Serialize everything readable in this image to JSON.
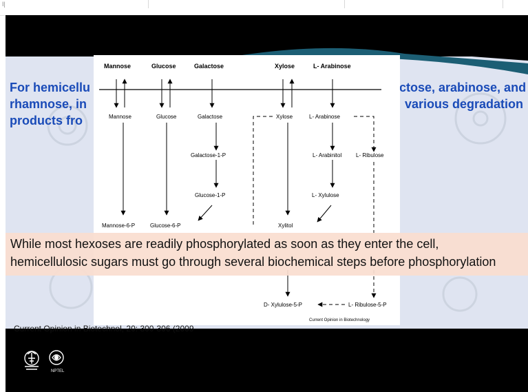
{
  "slide": {
    "background_colors": {
      "band": "#dfe4f1",
      "dark": "#000000",
      "accent": "#1c5e74"
    },
    "title_left_lines": [
      "For hemicellu",
      "rhamnose, in",
      "products fro"
    ],
    "title_right_lines": [
      "ctose, arabinose, and",
      "various degradation"
    ],
    "title_color": "#1a4bb8"
  },
  "diagram": {
    "top_sugars": {
      "mannose": "Mannose",
      "glucose": "Glucose",
      "galactose": "Galactose",
      "xylose": "Xylose",
      "arabinose": "L- Arabinose"
    },
    "inside": {
      "mannose": "Mannose",
      "glucose": "Glucose",
      "galactose": "Galactose",
      "xylose": "Xylose",
      "arabinose": "L- Arabinose"
    },
    "intermediates": {
      "galactose_1p": "Galactose-1-P",
      "glucose_1p": "Glucose-1-P",
      "arabinitol": "L- Arabinitol",
      "ribulose": "L- Ribulose",
      "xylulose": "L- Xylulose",
      "mannose_6p": "Mannose-6-P",
      "glucose_6p": "Glucose-6-P",
      "xylitol": "Xylitol",
      "d_xylulose_5p": "D- Xylulose-5-P",
      "l_ribulose_5p": "L- Ribulose-5-P"
    },
    "source": "Current Opinion in Biotechnology"
  },
  "caption": {
    "line1": "While most hexoses are readily phosphorylated as soon as they enter the cell,",
    "line2": "hemicellulosic sugars must go through several biochemical steps before phosphorylation"
  },
  "citation": "Current Opinion in Biotechnol, 20: 300-306 (2009",
  "logos": {
    "institute": "institute-emblem",
    "nptel": "NPTEL"
  }
}
